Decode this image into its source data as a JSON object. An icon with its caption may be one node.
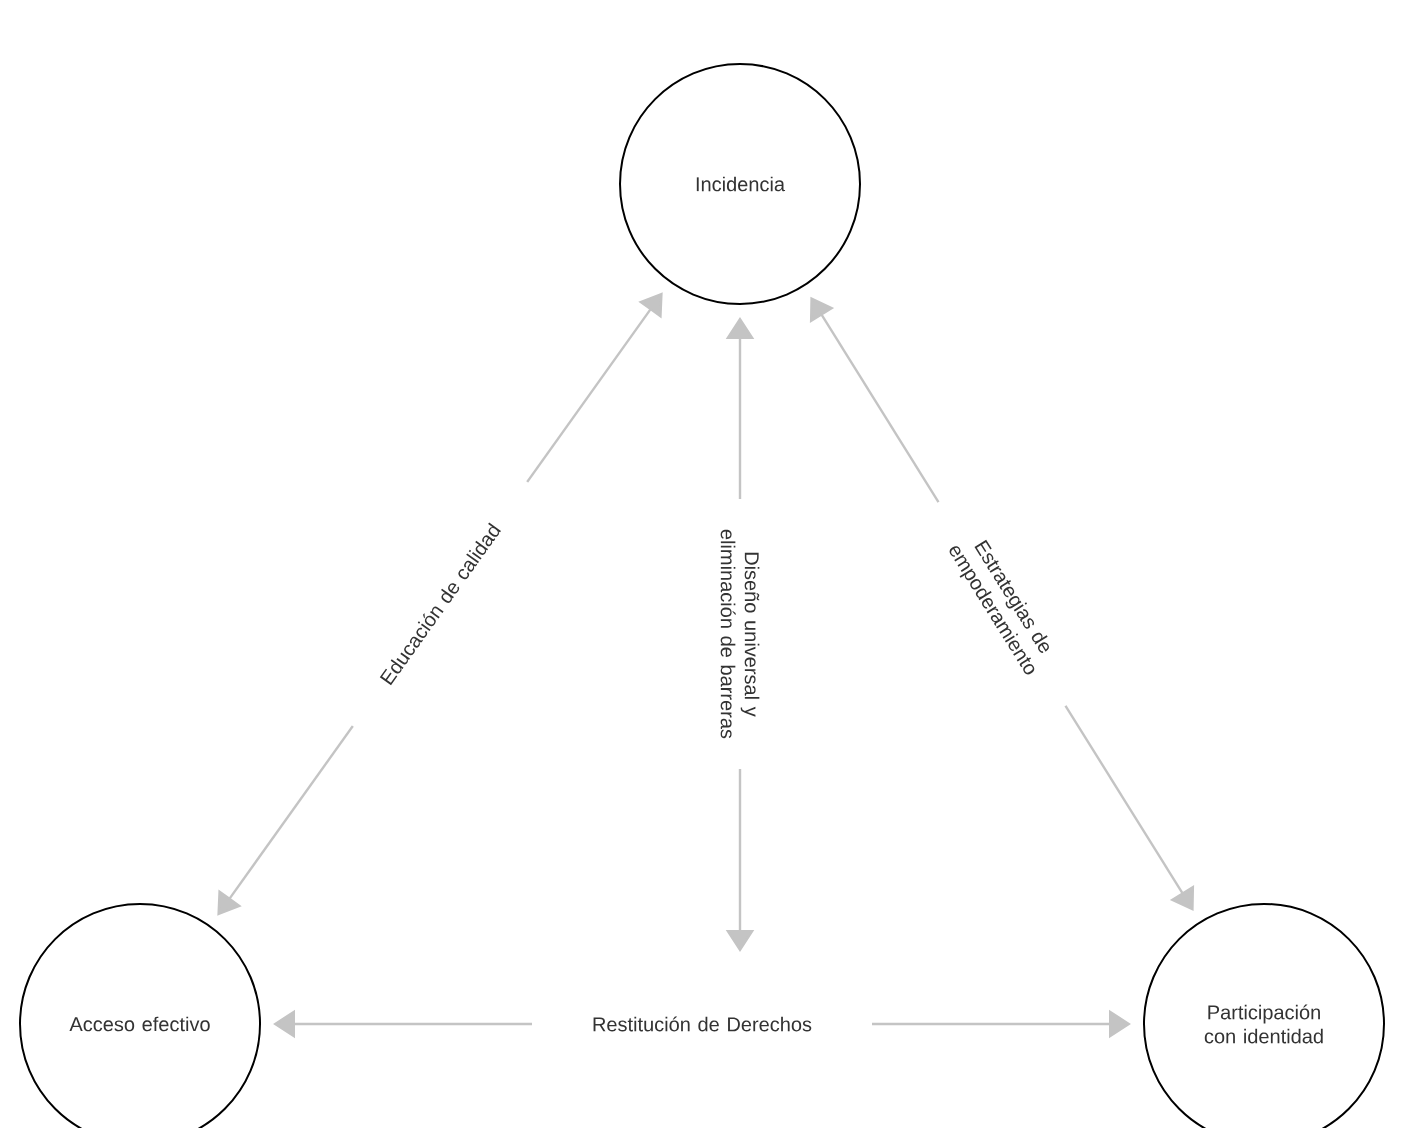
{
  "diagram": {
    "nodes": [
      {
        "text": [
          "Incidencia"
        ]
      },
      {
        "text": [
          "Acceso efectivo"
        ]
      },
      {
        "text": [
          "Participación con identidad"
        ]
      }
    ],
    "edges": [
      {
        "from": 1,
        "to": 0,
        "arrow": "both",
        "label": "Educación de calidad"
      },
      {
        "from": 0,
        "to": null,
        "arrow": "both",
        "label": "Diseño universal y eliminación de barreras"
      },
      {
        "from": 0,
        "to": 2,
        "arrow": "both",
        "label": "Estrategias de empoderamiento"
      },
      {
        "from": 1,
        "to": 2,
        "arrow": "both",
        "label": "Restitución de Derechos"
      }
    ]
  }
}
